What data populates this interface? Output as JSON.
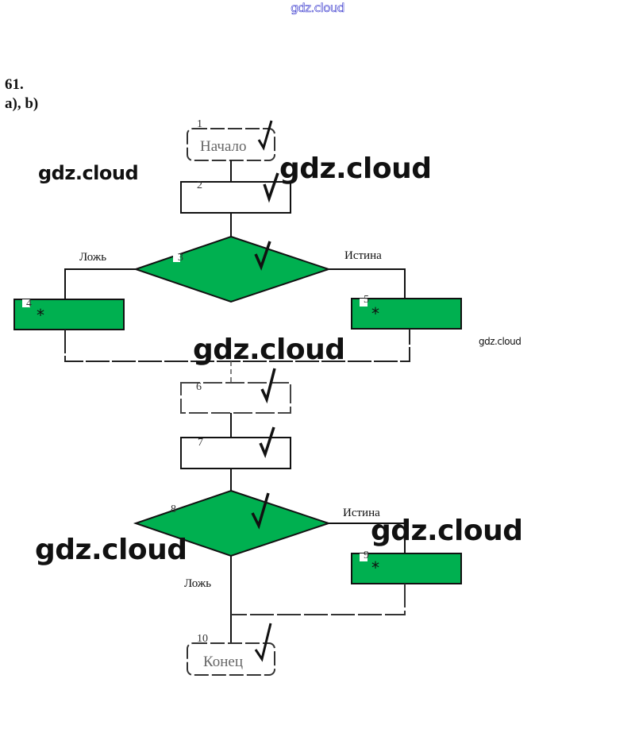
{
  "watermarks": {
    "top": "gdz.cloud",
    "items": [
      "gdz.cloud",
      "gdz.cloud",
      "gdz.cloud",
      "gdz.cloud",
      "gdz.cloud",
      "gdz.cloud"
    ]
  },
  "header": {
    "task_number": "61.",
    "subtask": "a), b)"
  },
  "colors": {
    "decision_fill": "#00b050",
    "process_fill_highlight": "#00b050",
    "line": "#111111"
  },
  "flowchart": {
    "blocks": [
      {
        "id": "1",
        "type": "terminal",
        "text": "Начало",
        "checked": true
      },
      {
        "id": "2",
        "type": "process",
        "text": "",
        "checked": true
      },
      {
        "id": "3",
        "type": "decision",
        "text": "",
        "checked": true
      },
      {
        "id": "4",
        "type": "process",
        "text": "*",
        "highlight": true
      },
      {
        "id": "5",
        "type": "process",
        "text": "*",
        "highlight": true
      },
      {
        "id": "6",
        "type": "process",
        "text": "",
        "checked": true
      },
      {
        "id": "7",
        "type": "process",
        "text": "",
        "checked": true
      },
      {
        "id": "8",
        "type": "decision",
        "text": "",
        "checked": true
      },
      {
        "id": "9",
        "type": "process",
        "text": "*",
        "highlight": true
      },
      {
        "id": "10",
        "type": "terminal",
        "text": "Конец",
        "checked": true
      }
    ],
    "branch_labels": {
      "d3_false": "Ложь",
      "d3_true": "Истина",
      "d8_false": "Ложь",
      "d8_true": "Истина"
    }
  }
}
